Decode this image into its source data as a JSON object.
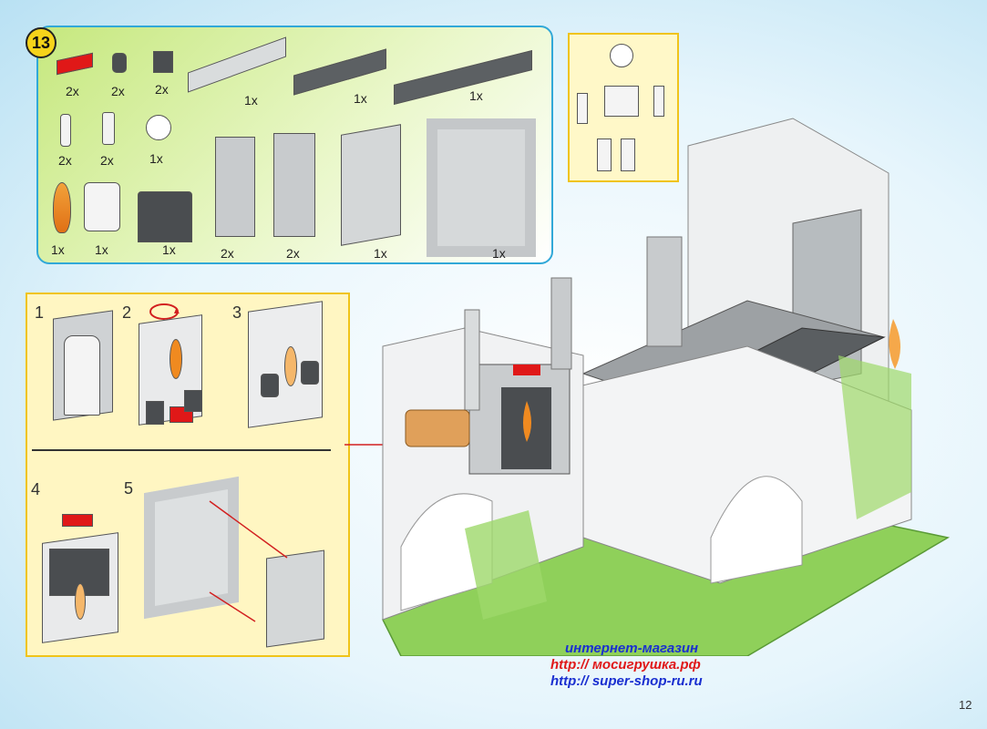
{
  "step_number": "13",
  "parts": [
    {
      "qty": "2x",
      "desc": "red-plate-1x2"
    },
    {
      "qty": "2x",
      "desc": "dark-round-brick"
    },
    {
      "qty": "2x",
      "desc": "dark-brick-1x1"
    },
    {
      "qty": "1x",
      "desc": "light-grey-brick-1x8"
    },
    {
      "qty": "1x",
      "desc": "dark-grey-plate-2x8"
    },
    {
      "qty": "1x",
      "desc": "dark-grey-plate-2x8"
    },
    {
      "qty": "2x",
      "desc": "skeleton-arm"
    },
    {
      "qty": "2x",
      "desc": "skeleton-leg"
    },
    {
      "qty": "1x",
      "desc": "skull-head"
    },
    {
      "qty": "1x",
      "desc": "orange-flame"
    },
    {
      "qty": "1x",
      "desc": "skeleton-torso"
    },
    {
      "qty": "1x",
      "desc": "dark-arch"
    },
    {
      "qty": "2x",
      "desc": "tall-pillar"
    },
    {
      "qty": "2x",
      "desc": "tall-pillar"
    },
    {
      "qty": "1x",
      "desc": "panel-wall"
    },
    {
      "qty": "1x",
      "desc": "window-frame"
    }
  ],
  "substeps": [
    "1",
    "2",
    "3",
    "4",
    "5"
  ],
  "watermark": {
    "line1": "интернет-магазин",
    "line2": "http:// мосигрушка.рф",
    "line3": "http:// super-shop-ru.ru"
  },
  "page_number": "12",
  "colors": {
    "panel_border": "#31a8d8",
    "panel_green": "#c6e87e",
    "sub_border": "#f0c419",
    "arrow_red": "#d22020",
    "baseplate_green": "#8fd05a"
  }
}
